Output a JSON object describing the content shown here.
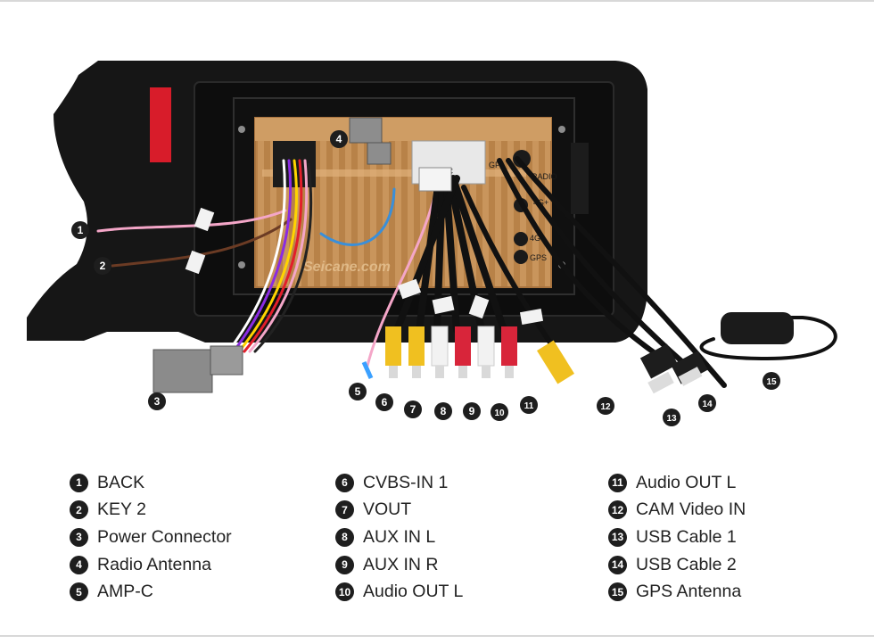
{
  "callouts": [
    {
      "number": "1",
      "label": "BACK"
    },
    {
      "number": "2",
      "label": "KEY 2"
    },
    {
      "number": "3",
      "label": "Power Connector"
    },
    {
      "number": "4",
      "label": "Radio Antenna"
    },
    {
      "number": "5",
      "label": "AMP-C"
    },
    {
      "number": "6",
      "label": "CVBS-IN 1"
    },
    {
      "number": "7",
      "label": "VOUT"
    },
    {
      "number": "8",
      "label": "AUX IN L"
    },
    {
      "number": "9",
      "label": "AUX IN R"
    },
    {
      "number": "10",
      "label": "Audio OUT L"
    },
    {
      "number": "11",
      "label": "Audio OUT L"
    },
    {
      "number": "12",
      "label": "CAM Video IN"
    },
    {
      "number": "13",
      "label": "USB Cable 1"
    },
    {
      "number": "14",
      "label": "USB Cable 2"
    },
    {
      "number": "15",
      "label": "GPS Antenna"
    }
  ],
  "board_labels": {
    "radio": "RADIO",
    "four_g_plus": "4G+",
    "four_g": "4G-",
    "gps": "GPS",
    "gp": "GP",
    "rc": "RC"
  },
  "watermark": "Seicane.com",
  "colors": {
    "badge": "#1e1e1e",
    "chassis": "#161616",
    "board": "#c9955c",
    "rca_yellow": "#f0c020",
    "rca_white": "#f2f2f2",
    "rca_red": "#d8253a"
  }
}
